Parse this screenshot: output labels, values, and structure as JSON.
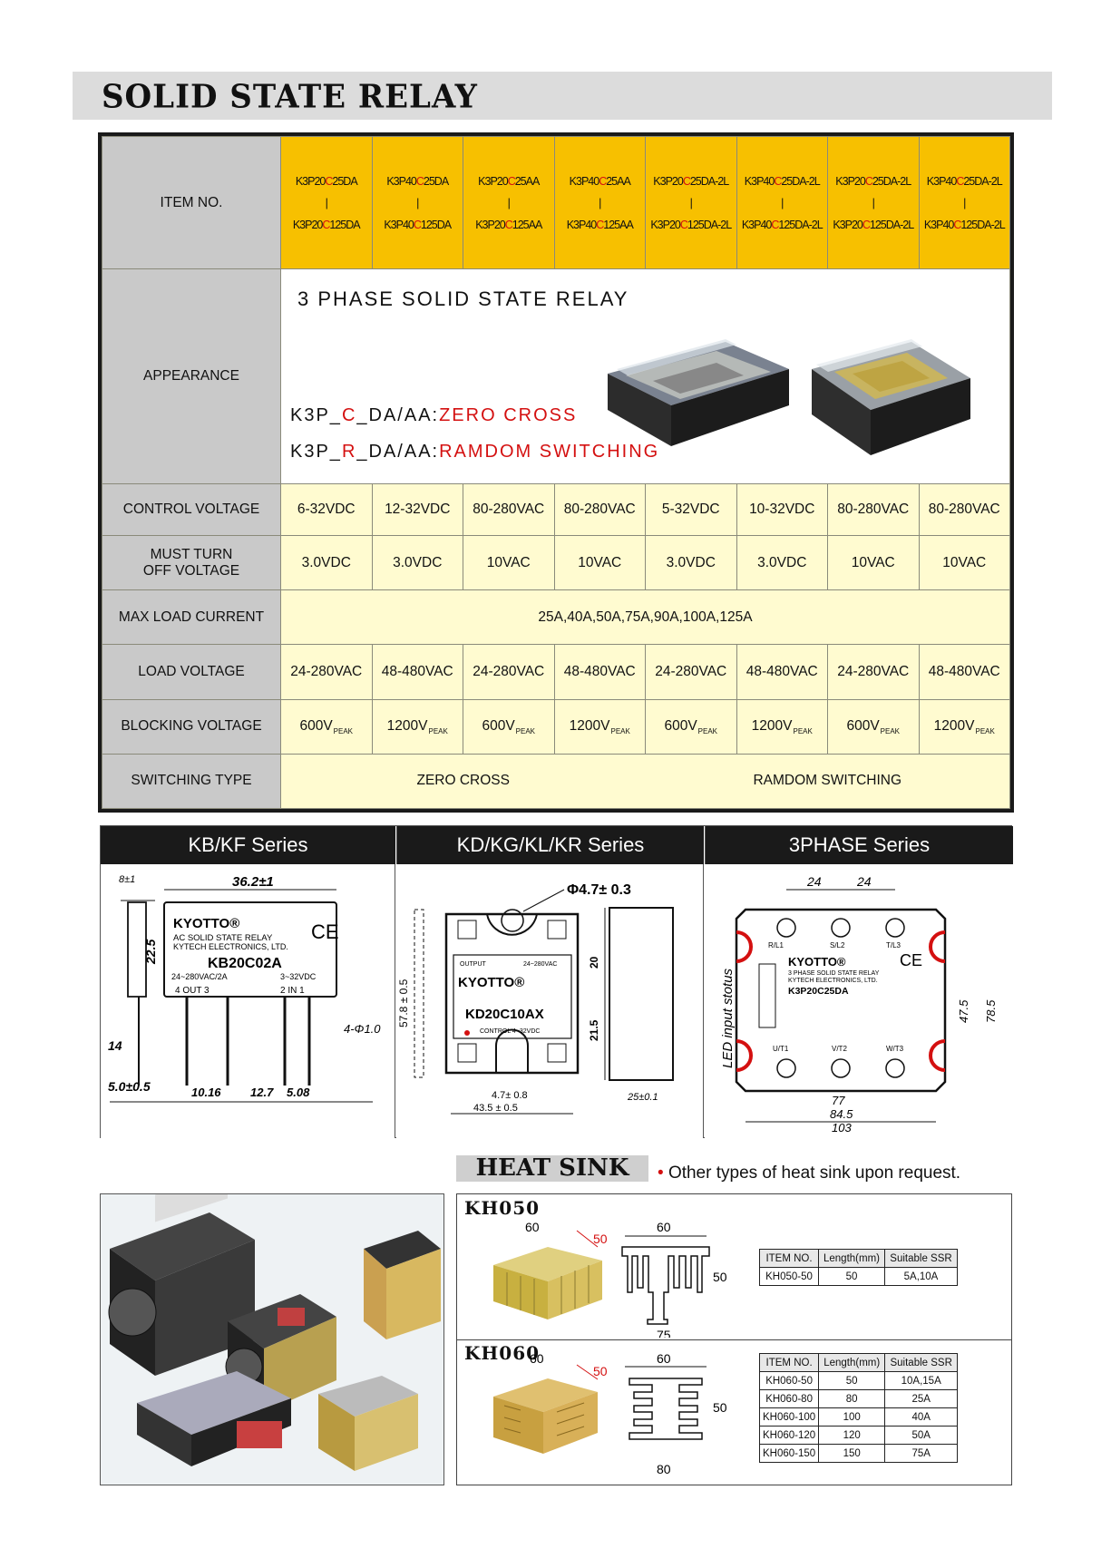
{
  "title": "SOLID STATE RELAY",
  "spec": {
    "item_label": "ITEM NO.",
    "items": [
      {
        "a": "K3P20",
        "b": "C",
        "c": "25DA",
        "d": "K3P20",
        "e": "C",
        "f": "125DA"
      },
      {
        "a": "K3P40",
        "b": "C",
        "c": "25DA",
        "d": "K3P40",
        "e": "C",
        "f": "125DA"
      },
      {
        "a": "K3P20",
        "b": "C",
        "c": "25AA",
        "d": "K3P20",
        "e": "C",
        "f": "125AA"
      },
      {
        "a": "K3P40",
        "b": "C",
        "c": "25AA",
        "d": "K3P40",
        "e": "C",
        "f": "125AA"
      },
      {
        "a": "K3P20",
        "b": "C",
        "c": "25DA-2L",
        "d": "K3P20",
        "e": "C",
        "f": "125DA-2L"
      },
      {
        "a": "K3P40",
        "b": "C",
        "c": "25DA-2L",
        "d": "K3P40",
        "e": "C",
        "f": "125DA-2L"
      },
      {
        "a": "K3P20",
        "b": "C",
        "c": "25DA-2L",
        "d": "K3P20",
        "e": "C",
        "f": "125DA-2L"
      },
      {
        "a": "K3P40",
        "b": "C",
        "c": "25DA-2L",
        "d": "K3P40",
        "e": "C",
        "f": "125DA-2L"
      }
    ],
    "item_sep": "|",
    "appearance_label": "APPEARANCE",
    "appearance_title": "3 PHASE SOLID STATE RELAY",
    "zc_prefix": "K3P_",
    "zc_letter": "C",
    "zc_mid": "_DA/AA:",
    "zc_text": "ZERO CROSS",
    "rs_prefix": "K3P_",
    "rs_letter": "R",
    "rs_mid": "_DA/AA:",
    "rs_text": "RAMDOM SWITCHING",
    "control_voltage_label": "CONTROL VOLTAGE",
    "control_voltage": [
      "6-32VDC",
      "12-32VDC",
      "80-280VAC",
      "80-280VAC",
      "5-32VDC",
      "10-32VDC",
      "80-280VAC",
      "80-280VAC"
    ],
    "turnoff_label_1": "MUST TURN",
    "turnoff_label_2": "OFF  VOLTAGE",
    "turnoff": [
      "3.0VDC",
      "3.0VDC",
      "10VAC",
      "10VAC",
      "3.0VDC",
      "3.0VDC",
      "10VAC",
      "10VAC"
    ],
    "max_current_label": "MAX LOAD CURRENT",
    "max_current": "25A,40A,50A,75A,90A,100A,125A",
    "load_voltage_label": "LOAD VOLTAGE",
    "load_voltage": [
      "24-280VAC",
      "48-480VAC",
      "24-280VAC",
      "48-480VAC",
      "24-280VAC",
      "48-480VAC",
      "24-280VAC",
      "48-480VAC"
    ],
    "blocking_label": "BLOCKING VOLTAGE",
    "blocking": [
      "600V",
      "1200V",
      "600V",
      "1200V",
      "600V",
      "1200V",
      "600V",
      "1200V"
    ],
    "blocking_sub": "PEAK",
    "switching_label": "SWITCHING TYPE",
    "switching_zc": "ZERO CROSS",
    "switching_rs": "RAMDOM SWITCHING"
  },
  "series": {
    "kb": "KB/KF  Series",
    "kd": "KD/KG/KL/KR  Series",
    "ph": "3PHASE  Series",
    "kb_dims": {
      "top": "8±1",
      "width": "36.2±1",
      "h": "22.5",
      "pin": "4-Φ1.0",
      "lead": "14",
      "base": "5.0±0.5",
      "p1": "10.16",
      "p2": "12.7",
      "p3": "5.08"
    },
    "kb_label": {
      "brand": "KYOTTO®",
      "l1": "AC SOLID STATE RELAY",
      "l2": "KYTECH ELECTRONICS, LTD.",
      "model": "KB20C02A",
      "v1": "24~280VAC/2A",
      "v2": "3~32VDC",
      "out": "4  OUT  3",
      "in": "2  IN  1"
    },
    "kd_dims": {
      "hole": "Φ4.7± 0.3",
      "h": "57.8 ± 0.5",
      "d1": "20",
      "d2": "21.5",
      "w1": "4.7± 0.8",
      "w2": "43.5 ± 0.5",
      "side": "25±0.1"
    },
    "kd_label": {
      "brand": "KYOTTO®",
      "model": "KD20C10AX",
      "out": "OUTPUT",
      "v": "24~280VAC",
      "ctrl": "CONTROL 4~32VDC"
    },
    "ph_dims": {
      "d1": "24",
      "d2": "24",
      "h1": "47.5",
      "h2": "78.5",
      "w1": "77",
      "w2": "84.5",
      "w3": "103"
    },
    "ph_label": {
      "brand": "KYOTTO®",
      "l1": "3 PHASE SOLID STATE RELAY",
      "l2": "KYTECH ELECTRONICS, LTD.",
      "model": "K3P20C25DA",
      "side": "LED input stotus",
      "t1": "R/L1",
      "t2": "S/L2",
      "t3": "T/L3",
      "u1": "U/T1",
      "u2": "V/T2",
      "u3": "W/T3"
    }
  },
  "heatsink": {
    "label": "HEAT SINK",
    "note_dot": "•",
    "note": "Other types of heat sink upon request.",
    "kh050": {
      "name": "KH050",
      "d60": "60",
      "d50": "50",
      "s60": "60",
      "s50": "50",
      "s75": "75",
      "headers": [
        "ITEM  NO.",
        "Length(mm)",
        "Suitable SSR"
      ],
      "rows": [
        [
          "KH050-50",
          "50",
          "5A,10A"
        ]
      ]
    },
    "kh060": {
      "name": "KH060",
      "d60": "60",
      "d50": "50",
      "s60": "60",
      "s50": "50",
      "s80": "80",
      "headers": [
        "ITEM  NO.",
        "Length(mm)",
        "Suitable SSR"
      ],
      "rows": [
        [
          "KH060-50",
          "50",
          "10A,15A"
        ],
        [
          "KH060-80",
          "80",
          "25A"
        ],
        [
          "KH060-100",
          "100",
          "40A"
        ],
        [
          "KH060-120",
          "120",
          "50A"
        ],
        [
          "KH060-150",
          "150",
          "75A"
        ]
      ]
    }
  }
}
